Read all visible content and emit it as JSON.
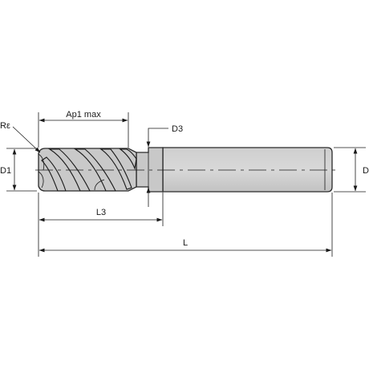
{
  "diagram": {
    "dimensions": {
      "ap1_max": "Ap1 max",
      "d3": "D3",
      "re": "Rε",
      "d1": "D1",
      "d": "D",
      "l3": "L3",
      "l": "L"
    },
    "colors": {
      "line": "#1a1a1a",
      "tool_fill": "#c4c4c4",
      "tool_fill_light": "#dcdcdc",
      "background": "#ffffff"
    },
    "icons": {
      "arrowhead": "filled-triangle-arrow"
    }
  }
}
